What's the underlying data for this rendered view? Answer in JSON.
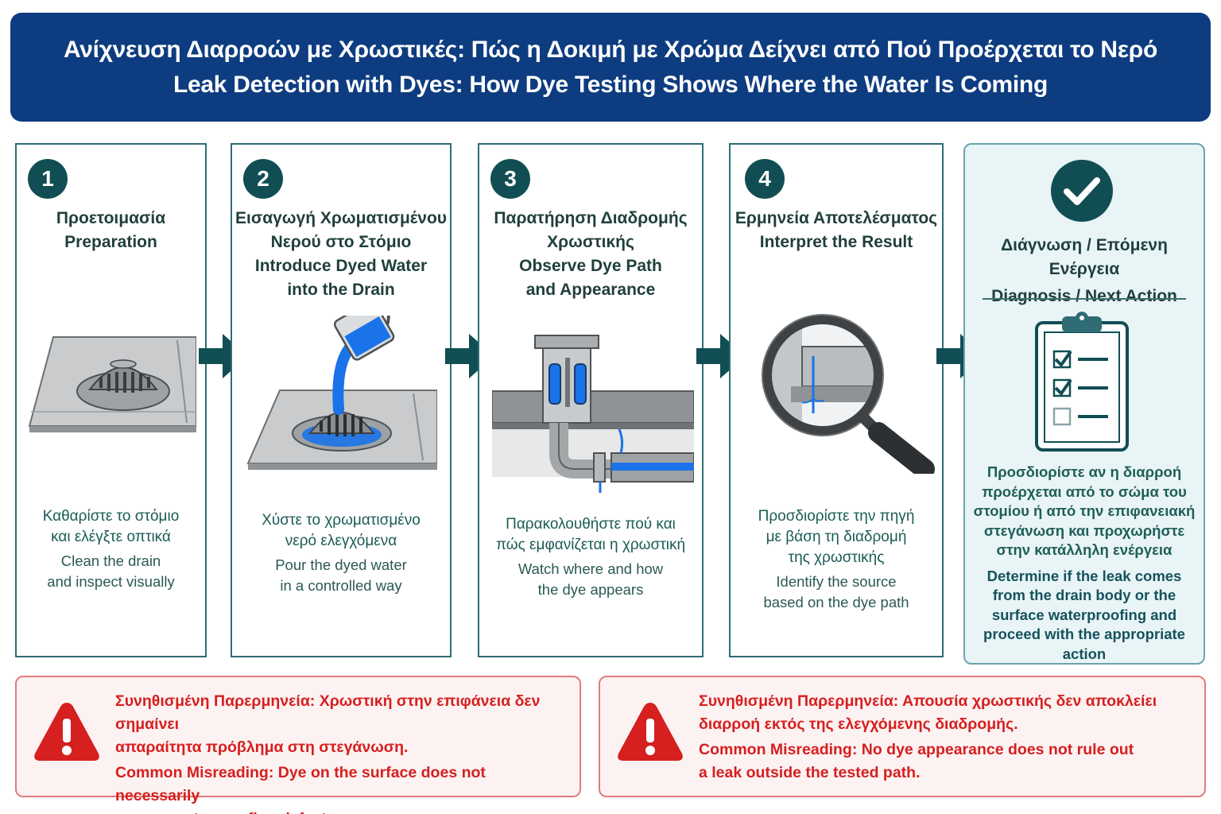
{
  "header": {
    "title_gr": "Ανίχνευση Διαρροών με Χρωστικές: Πώς η Δοκιμή με Χρώμα Δείχνει από Πού Προέρχεται το Νερό",
    "title_en": "Leak Detection with Dyes: How Dye Testing Shows Where the Water Is Coming"
  },
  "colors": {
    "header_bg": "#0e3c80",
    "step_badge": "#114e54",
    "arrow": "#114e54",
    "dye_blue": "#1a73e8",
    "warning_red": "#d61f1f",
    "final_panel_bg": "#e9f4f7"
  },
  "steps": [
    {
      "number": "1",
      "title_gr": "Προετοιμασία",
      "title_en": "Preparation",
      "desc_gr": [
        "Καθαρίστε το στόμιο",
        "και ελέγξτε οπτικά"
      ],
      "desc_en": [
        "Clean the drain",
        "and inspect visually"
      ],
      "icon": "floor-drain-icon"
    },
    {
      "number": "2",
      "title_gr": [
        "Εισαγωγή Χρωματισμένου",
        "Νερού στο Στόμιο"
      ],
      "title_en": [
        "Introduce Dyed Water",
        "into the Drain"
      ],
      "desc_gr": [
        "Χύστε το χρωματισμένο",
        "νερό ελεγχόμενα"
      ],
      "desc_en": [
        "Pour the dyed water",
        "in a controlled way"
      ],
      "icon": "pouring-dye-icon"
    },
    {
      "number": "3",
      "title_gr": [
        "Παρατήρηση Διαδρομής",
        "Χρωστικής"
      ],
      "title_en": [
        "Observe Dye Path",
        "and Appearance"
      ],
      "desc_gr": [
        "Παρακολουθήστε πού και",
        "πώς εμφανίζεται η χρωστική"
      ],
      "desc_en": [
        "Watch where and how",
        "the dye appears"
      ],
      "icon": "drain-cross-section-icon"
    },
    {
      "number": "4",
      "title_gr": "Ερμηνεία Αποτελέσματος",
      "title_en": "Interpret the Result",
      "desc_gr": [
        "Προσδιορίστε την πηγή",
        "με βάση τη διαδρομή",
        "της χρωστικής"
      ],
      "desc_en": [
        "Identify the source",
        "based on the dye path"
      ],
      "icon": "magnifier-icon"
    }
  ],
  "final": {
    "title_gr": "Διάγνωση / Επόμενη Ενέργεια",
    "title_en": "Diagnosis / Next Action",
    "desc_gr": [
      "Προσδιορίστε αν η διαρροή",
      "προέρχεται από το σώμα του",
      "στομίου ή από την επιφανειακή",
      "στεγάνωση και προχωρήστε",
      "στην κατάλληλη ενέργεια"
    ],
    "desc_en": [
      "Determine if the leak comes",
      "from the drain body or the",
      "surface waterproofing and",
      "proceed with the appropriate",
      "action"
    ],
    "icon": "checkmark-icon",
    "icon2": "clipboard-checklist-icon"
  },
  "warnings": [
    {
      "gr": [
        "Συνηθισμένη Παρερμηνεία: Χρωστική στην επιφάνεια δεν σημαίνει",
        "απαραίτητα πρόβλημα στη στεγάνωση."
      ],
      "en": [
        "Common Misreading: Dye on the surface does not necessarily",
        "mean a waterproofing defect."
      ],
      "icon": "warning-icon"
    },
    {
      "gr": [
        "Συνηθισμένη Παρερμηνεία: Απουσία χρωστικής δεν αποκλείει",
        "διαρροή εκτός της ελεγχόμενης διαδρομής."
      ],
      "en": [
        "Common Misreading: No dye appearance does not rule out",
        "a leak outside the tested path."
      ],
      "icon": "warning-icon"
    }
  ]
}
